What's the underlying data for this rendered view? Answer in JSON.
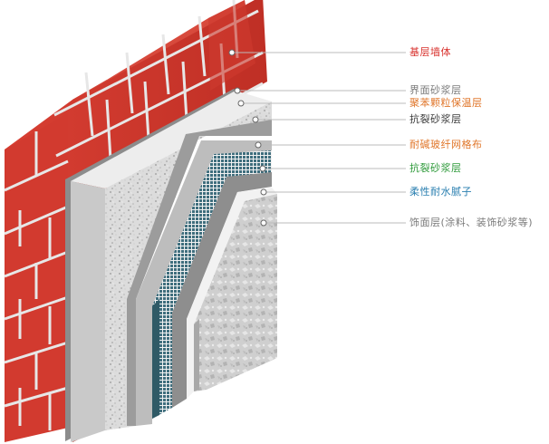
{
  "layers": [
    {
      "label": "基层墙体",
      "color": "#d8322e"
    },
    {
      "label": "界面砂浆层",
      "color": "#7a7a7a"
    },
    {
      "label": "聚苯颗粒保温层",
      "color": "#e0762a"
    },
    {
      "label": "抗裂砂浆层",
      "color": "#3a3a3a"
    },
    {
      "label": "耐碱玻纤网格布",
      "color": "#e0762a"
    },
    {
      "label": "抗裂砂浆层",
      "color": "#2e9a3a"
    },
    {
      "label": "柔性耐水腻子",
      "color": "#2a7fb0"
    },
    {
      "label": "饰面层(涂料、装饰砂浆等)",
      "color": "#7a7a7a"
    }
  ]
}
